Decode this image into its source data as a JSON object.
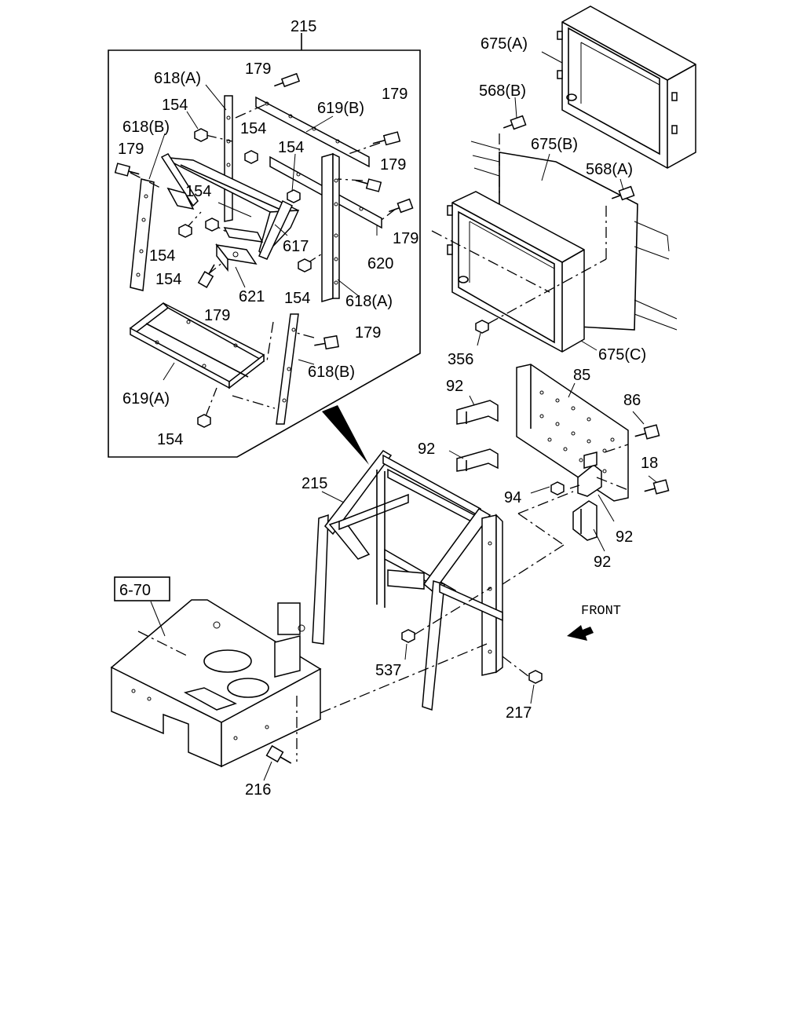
{
  "labels": {
    "l215_top": "215",
    "l179_a": "179",
    "l618A_a": "618(A)",
    "l619B": "619(B)",
    "l179_b": "179",
    "l154_a": "154",
    "l618B_a": "618(B)",
    "l154_b": "154",
    "l179_c": "179",
    "l154_c": "154",
    "l179_d": "179",
    "l154_d": "154",
    "l179_e": "179",
    "l617": "617",
    "l154_e": "154",
    "l620": "620",
    "l154_f": "154",
    "l621": "621",
    "l154_g": "154",
    "l618A_b": "618(A)",
    "l179_f": "179",
    "l179_g": "179",
    "l618B_b": "618(B)",
    "l619A": "619(A)",
    "l154_h": "154",
    "l675A": "675(A)",
    "l568B": "568(B)",
    "l675B": "675(B)",
    "l568A": "568(A)",
    "l356": "356",
    "l675C": "675(C)",
    "l92_a": "92",
    "l85": "85",
    "l86": "86",
    "l92_b": "92",
    "l18": "18",
    "l94": "94",
    "l92_c": "92",
    "l92_d": "92",
    "l215_mid": "215",
    "l670": "6-70",
    "l537": "537",
    "l217": "217",
    "l216": "216",
    "front": "FRONT"
  }
}
